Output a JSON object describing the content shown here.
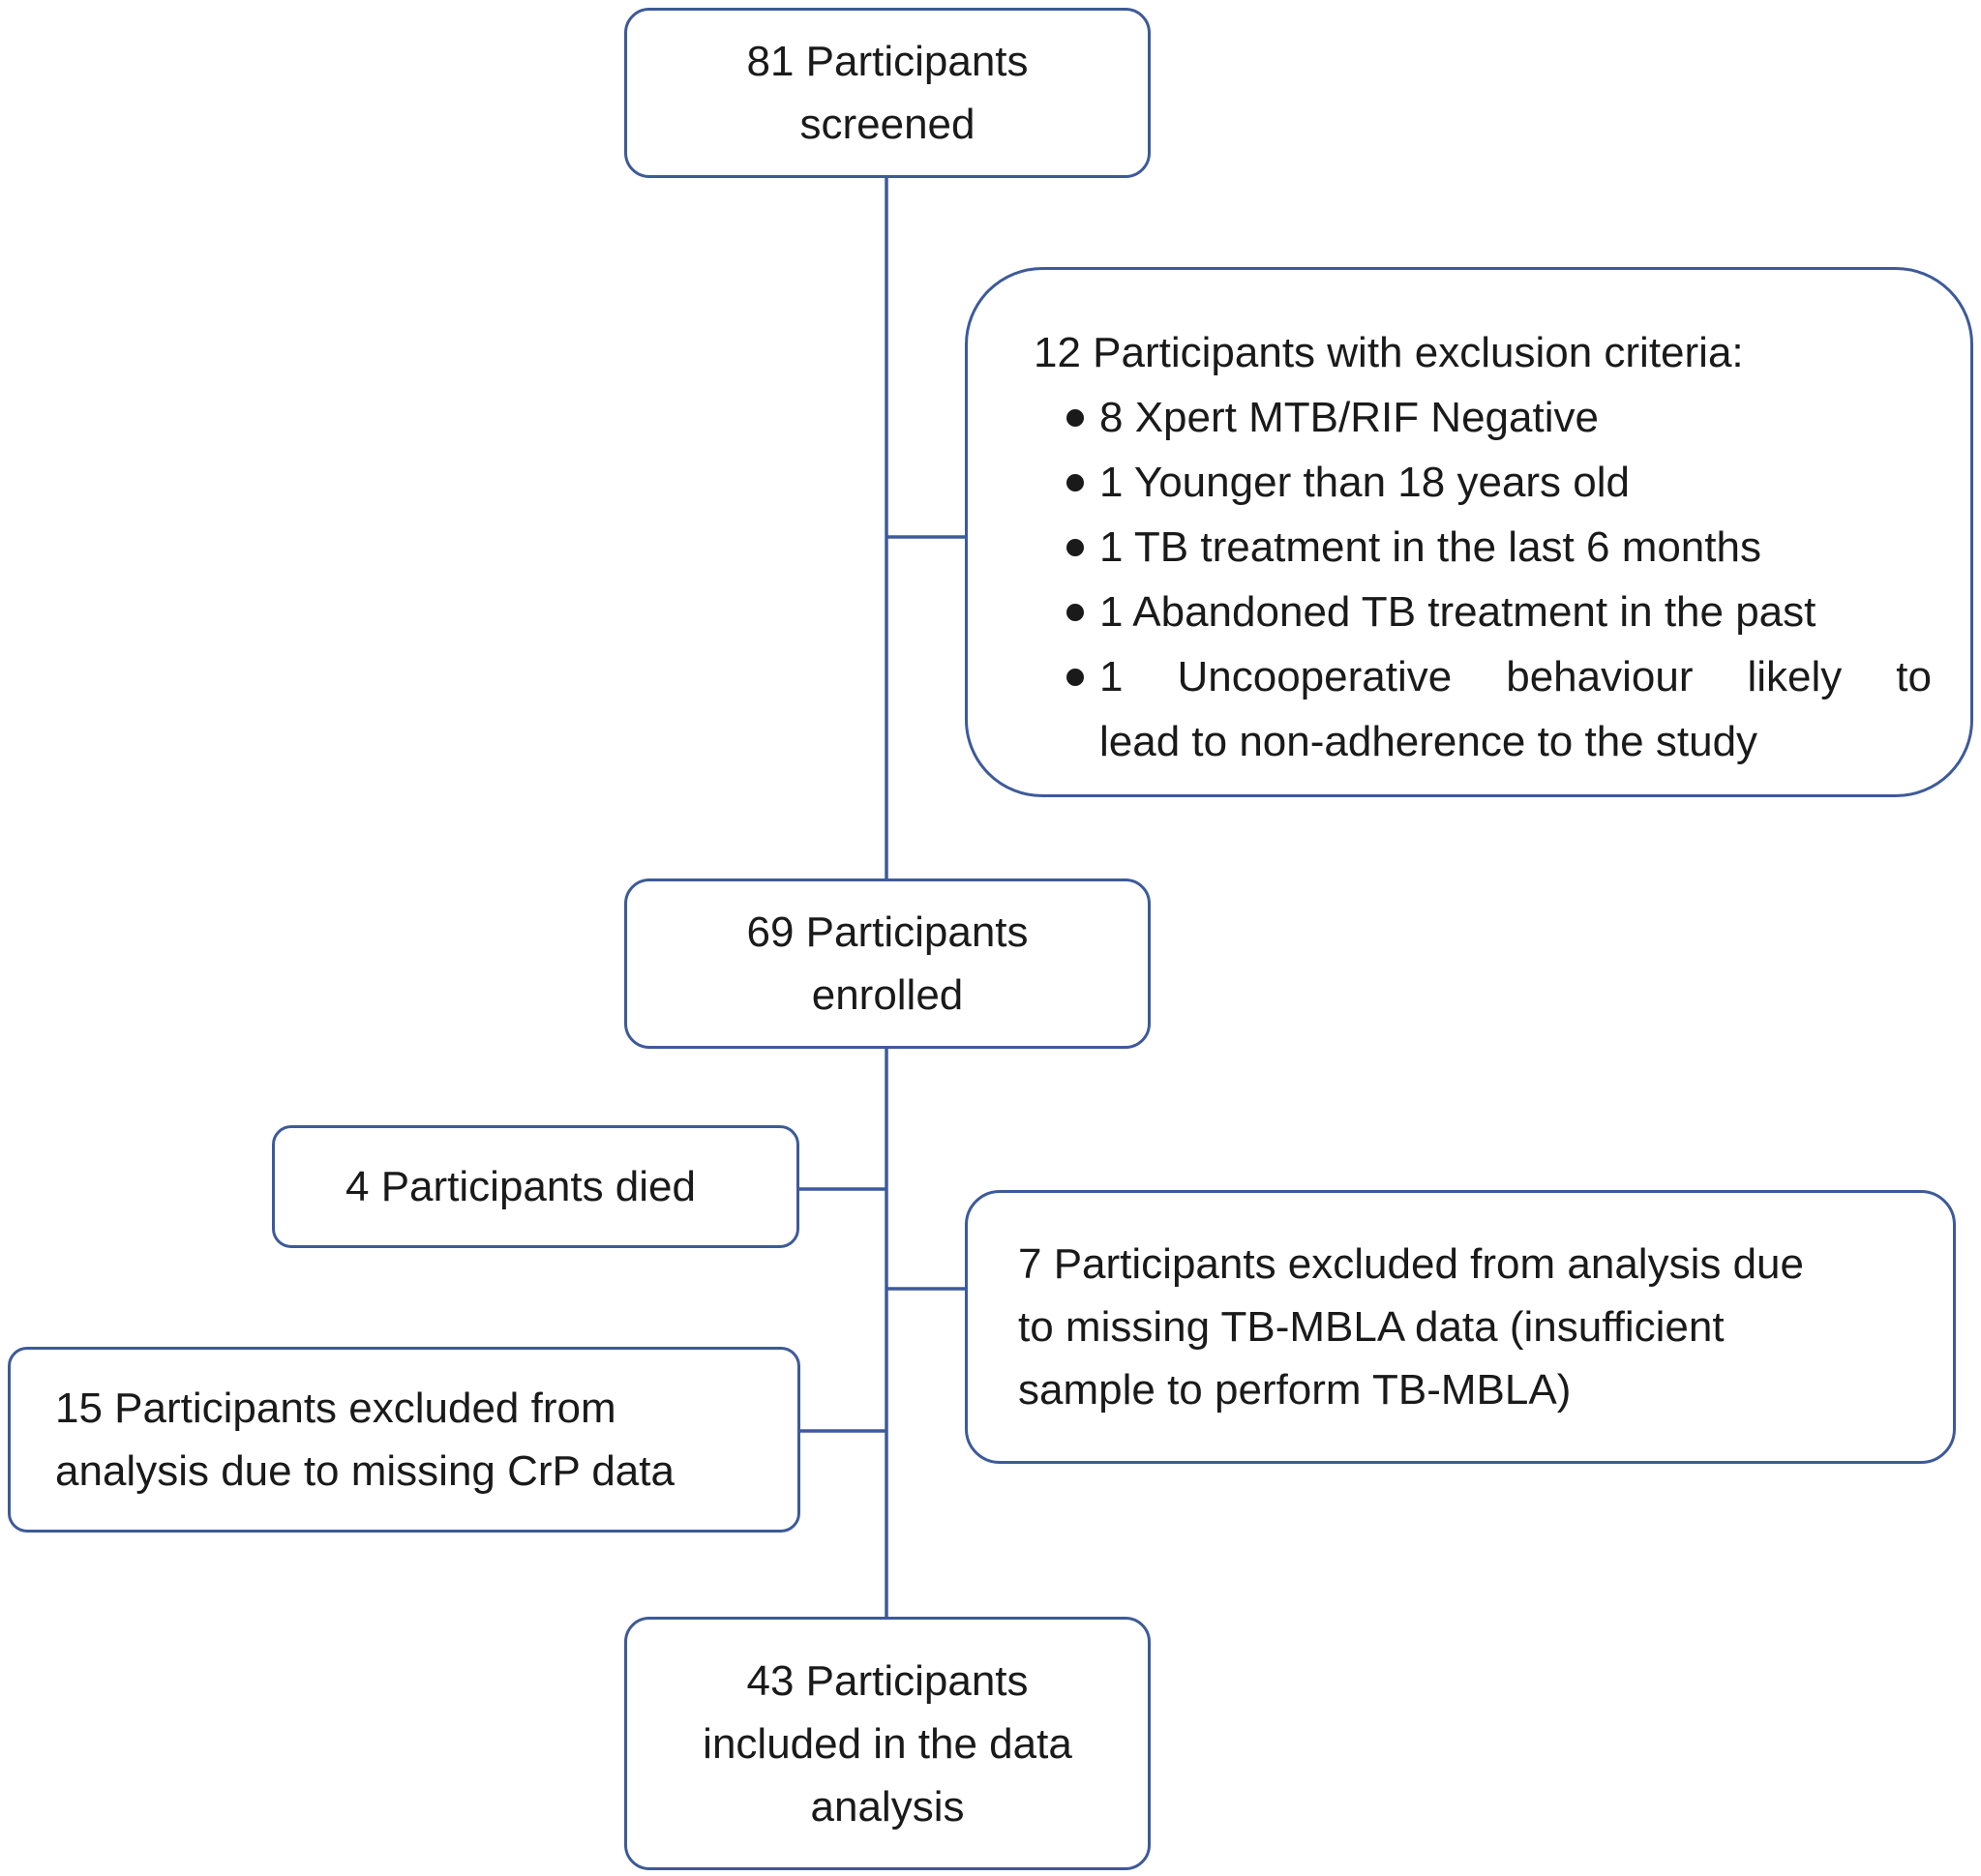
{
  "flowchart": {
    "screened": {
      "lines": [
        "81 Participants",
        "screened"
      ]
    },
    "exclusion": {
      "title": "12 Participants with exclusion criteria:",
      "items": [
        "8 Xpert MTB/RIF Negative",
        "1 Younger than 18 years old",
        "1 TB treatment in the last 6 months",
        "1 Abandoned TB treatment in the past"
      ],
      "last_item_lines": [
        "1  Uncooperative  behaviour  likely  to",
        "lead to non-adherence to the study"
      ]
    },
    "enrolled": {
      "lines": [
        "69 Participants",
        "enrolled"
      ]
    },
    "died": {
      "text": "4 Participants died"
    },
    "missing_mbla": {
      "lines": [
        "7 Participants excluded from analysis due",
        "to missing TB-MBLA  data (insufficient",
        "sample to perform TB-MBLA)"
      ]
    },
    "missing_crp": {
      "lines": [
        "15 Participants excluded from",
        "analysis due to missing CrP data"
      ]
    },
    "included": {
      "lines": [
        "43 Participants",
        "included in the data",
        "analysis"
      ]
    }
  },
  "colors": {
    "border": "#3d5a99",
    "text": "#1a1a1a",
    "background": "#ffffff"
  }
}
